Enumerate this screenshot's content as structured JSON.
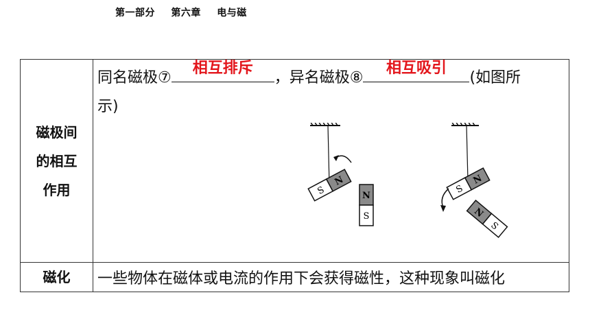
{
  "header": {
    "part": "第一部分",
    "chapter": "第六章",
    "title": "电与磁"
  },
  "rows": [
    {
      "label_lines": [
        "磁极间",
        "的相互",
        "作用"
      ],
      "text_a": "同名磁极⑦",
      "answer_1": "相互排斥",
      "text_b": "，异名磁极⑧",
      "answer_2": "相互吸引",
      "text_c": "(如图所",
      "text_d": "示)",
      "figure_labels": {
        "n": "N",
        "s": "S"
      }
    },
    {
      "label": "磁化",
      "text": "一些物体在磁体或电流的作用下会获得磁性，这种现象叫磁化"
    }
  ],
  "colors": {
    "answer": "#e3161c",
    "magnet_dark": "#8a8a8a"
  }
}
